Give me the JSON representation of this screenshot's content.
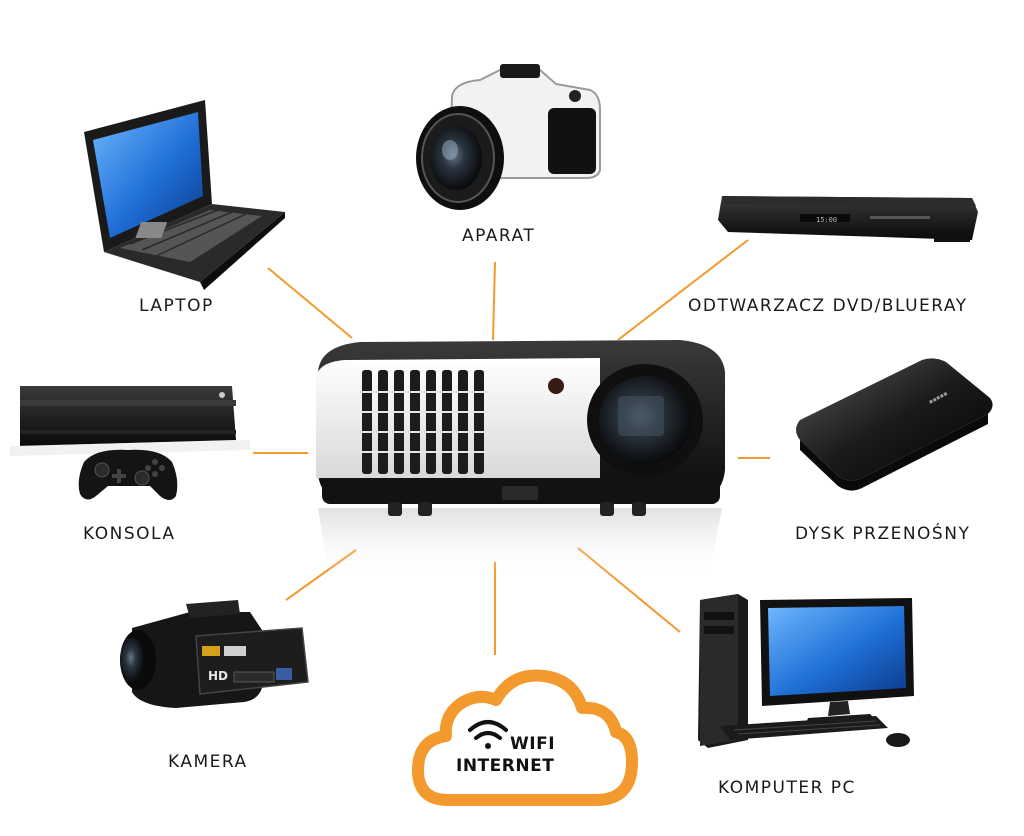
{
  "labels": {
    "aparat": "APARAT",
    "laptop": "LAPTOP",
    "dvd": "ODTWARZACZ DVD/BLUERAY",
    "konsola": "KONSOLA",
    "dysk": "DYSK PRZENOŚNY",
    "kamera": "KAMERA",
    "komputer": "KOMPUTER PC"
  },
  "cloud": {
    "line1": "WIFI",
    "line2": "INTERNET"
  },
  "device_marks": {
    "dvd_display": "15:00",
    "camera_hd": "HD"
  },
  "colors": {
    "connector": "#f29a2e",
    "cloud_outline": "#f29a2e",
    "text": "#1a1a1a"
  },
  "icons": [
    "projector-icon",
    "camera-icon",
    "laptop-icon",
    "dvd-player-icon",
    "console-icon",
    "gamepad-icon",
    "external-drive-icon",
    "camcorder-icon",
    "cloud-icon",
    "wifi-icon",
    "desktop-pc-icon"
  ]
}
